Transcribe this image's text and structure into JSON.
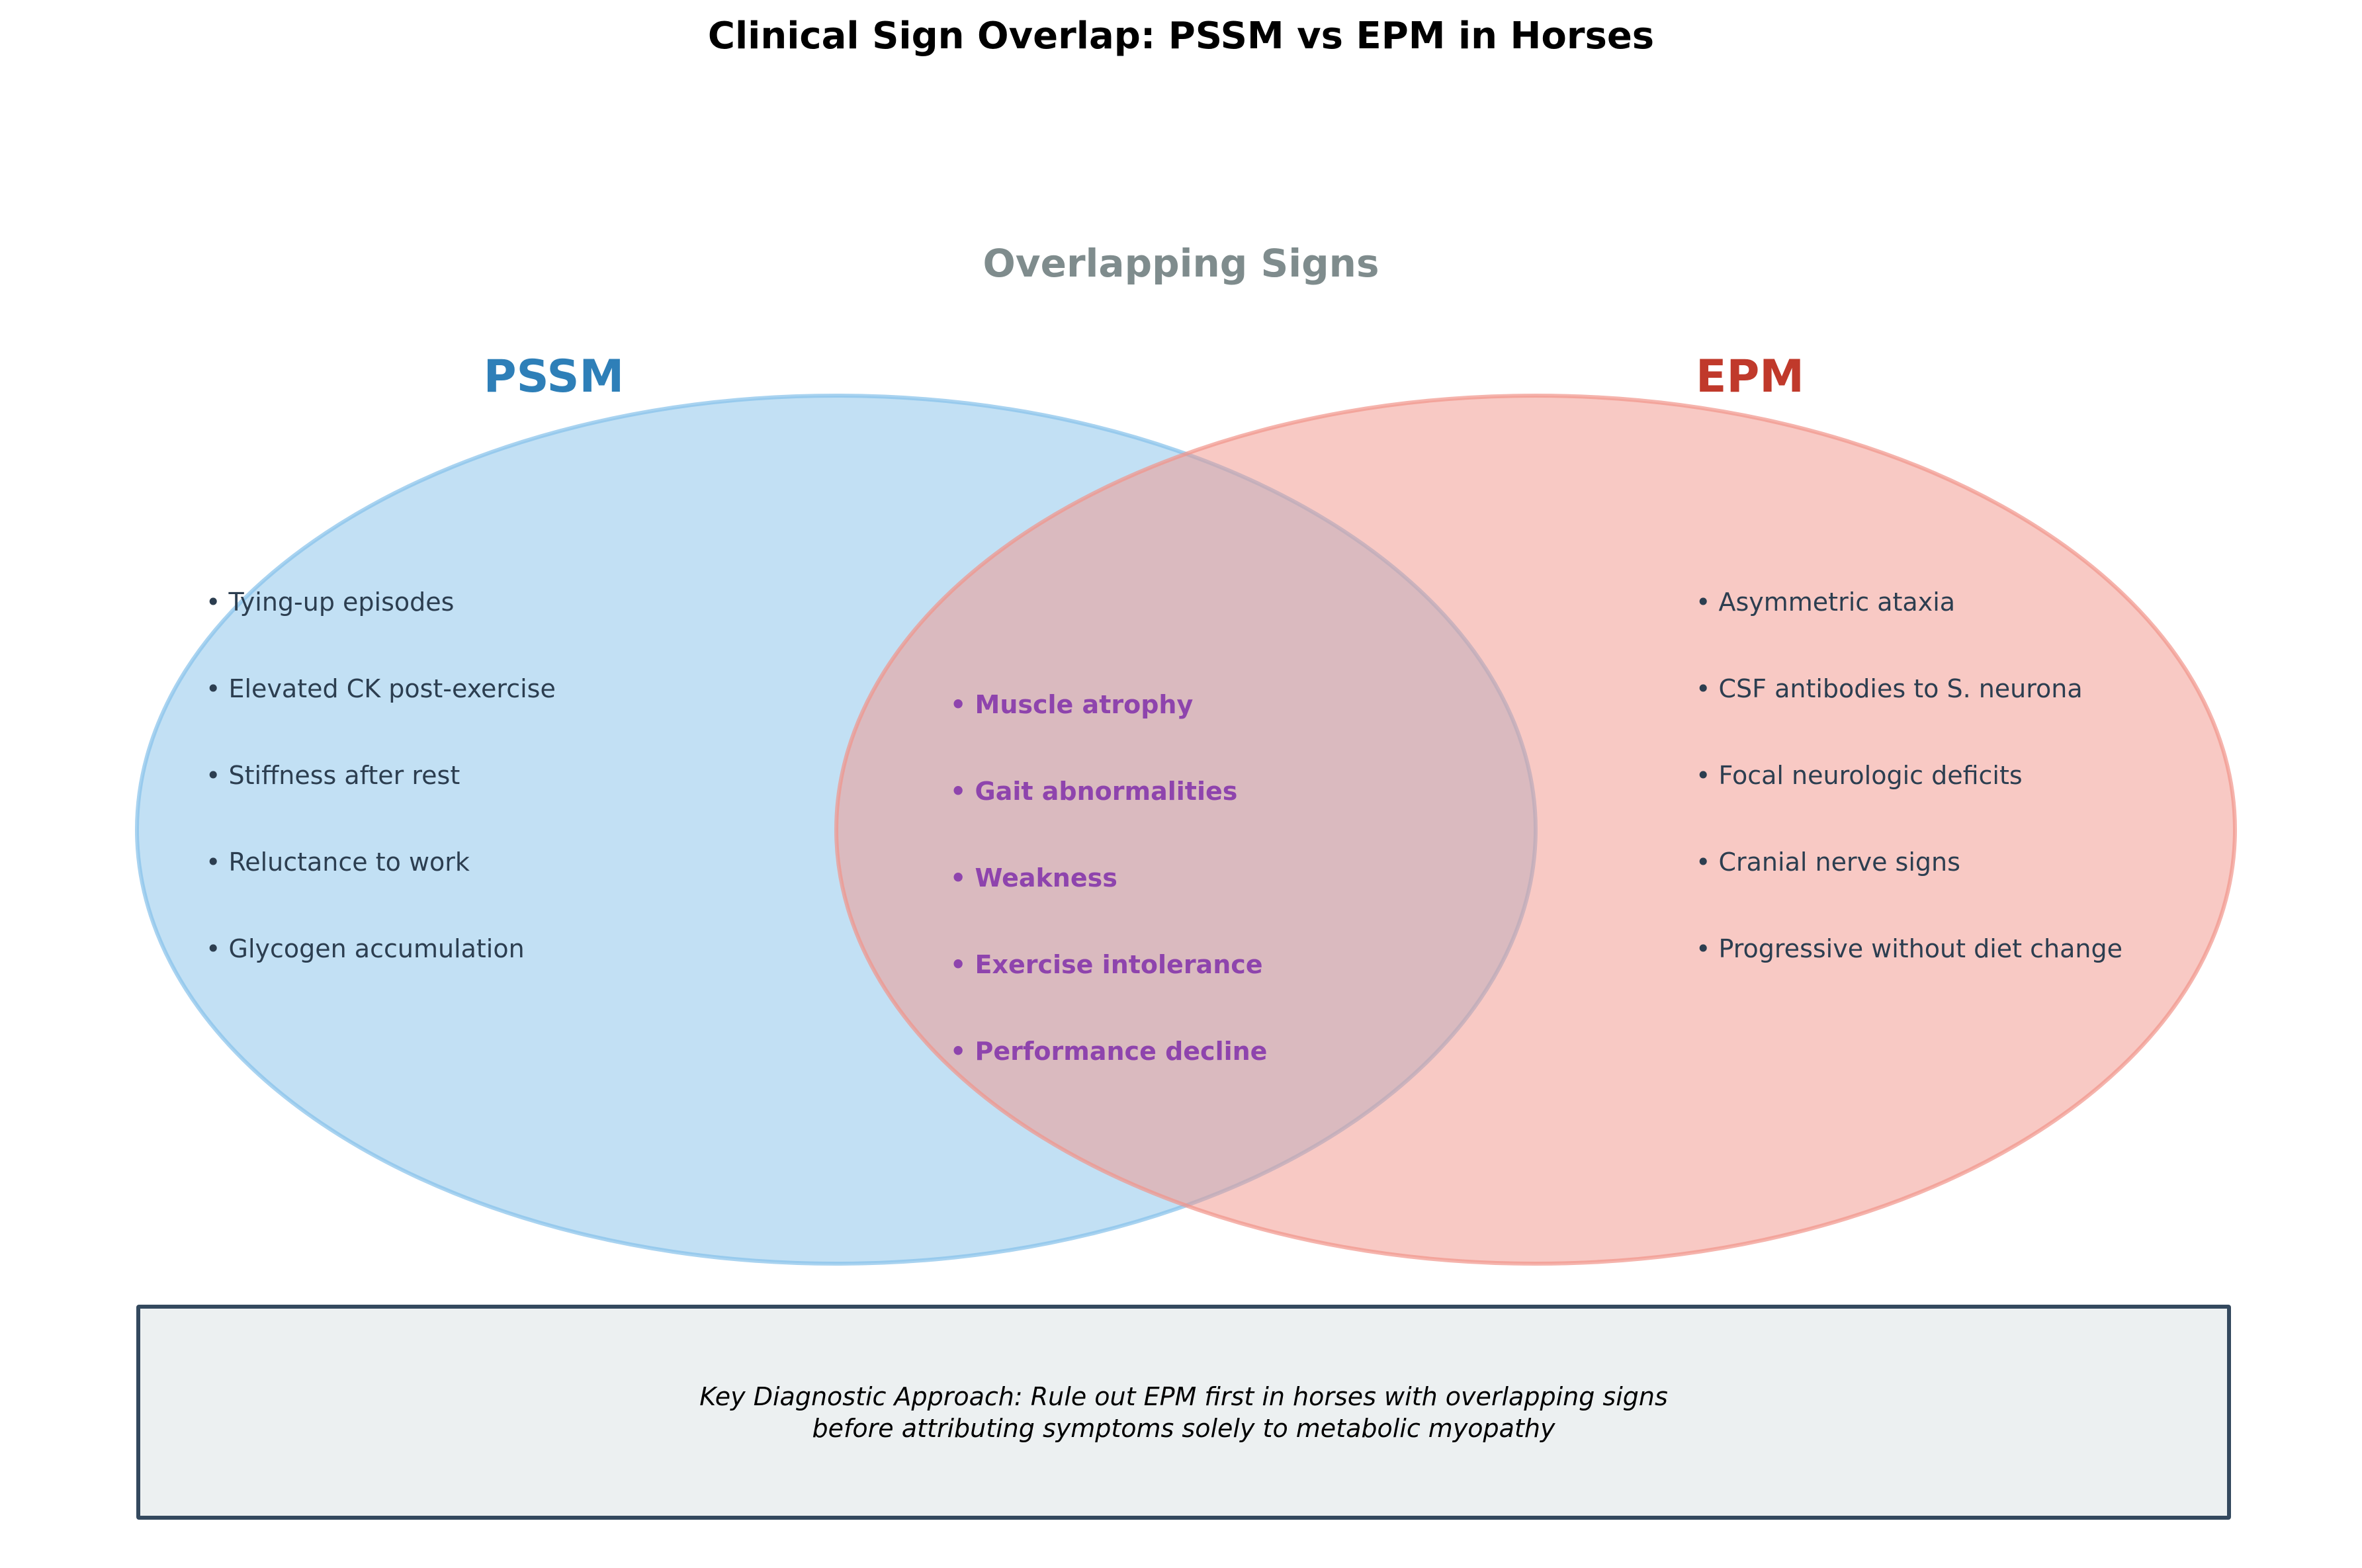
{
  "title": "Clinical Sign Overlap: PSSM vs EPM in Horses",
  "overlap_title": "Overlapping Signs",
  "sets": {
    "pssm": {
      "label": "PSSM",
      "label_color": "#2e7fb8",
      "fill_color": "#85c1e9",
      "stroke_color": "#85c1e9",
      "signs": [
        "• Tying-up episodes",
        "• Elevated CK post-exercise",
        "• Stiffness after rest",
        "• Reluctance to work",
        "• Glycogen accumulation"
      ]
    },
    "epm": {
      "label": "EPM",
      "label_color": "#c0392b",
      "fill_color": "#f1948a",
      "stroke_color": "#f1948a",
      "signs": [
        "• Asymmetric ataxia",
        "• CSF antibodies to S. neurona",
        "• Focal neurologic deficits",
        "• Cranial nerve signs",
        "• Progressive without diet change"
      ]
    },
    "overlap": {
      "text_color": "#8e44ad",
      "signs": [
        "• Muscle atrophy",
        "• Gait abnormalities",
        "• Weakness",
        "• Exercise intolerance",
        "• Performance decline"
      ]
    }
  },
  "key_box": {
    "lines": [
      "Key Diagnostic Approach: Rule out EPM first in horses with overlapping signs",
      "before attributing symptoms solely to metabolic myopathy"
    ],
    "background": "#ecf0f1",
    "border_color": "#34495e"
  }
}
